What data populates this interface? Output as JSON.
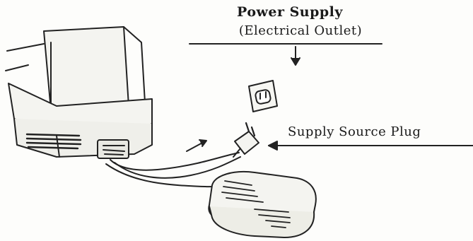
{
  "labels": {
    "power_supply": "Power Supply",
    "outlet": "(Electrical Outlet)",
    "plug": "Supply Source Plug"
  }
}
